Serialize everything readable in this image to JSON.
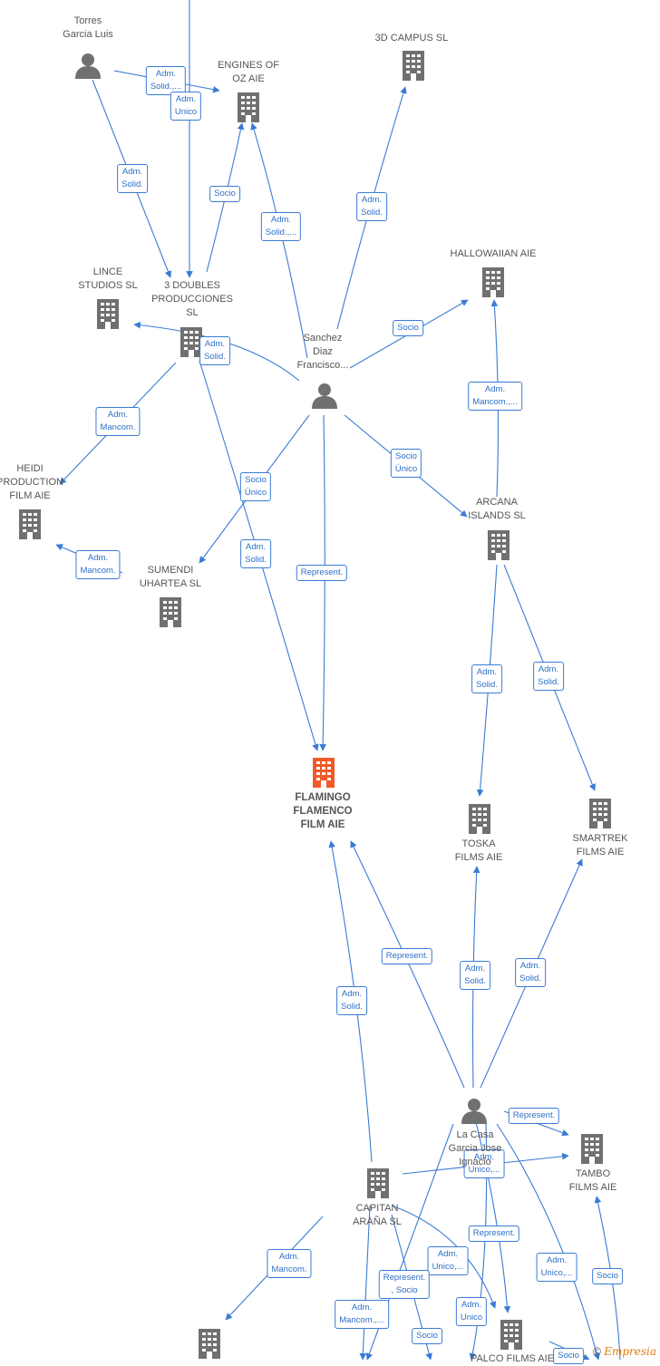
{
  "colors": {
    "edge": "#3a7bd5",
    "node": "#707070",
    "focus": "#f05a28",
    "label": "#555555"
  },
  "nodes": [
    {
      "id": "torres",
      "type": "person",
      "label": "Torres\nGarcia Luis"
    },
    {
      "id": "engines",
      "type": "company",
      "label": "ENGINES OF\nOZ  AIE"
    },
    {
      "id": "campus",
      "type": "company",
      "label": "3D CAMPUS  SL"
    },
    {
      "id": "hallo",
      "type": "company",
      "label": "HALLOWAIIAN AIE"
    },
    {
      "id": "lince",
      "type": "company",
      "label": "LINCE\nSTUDIOS SL"
    },
    {
      "id": "doubles",
      "type": "company",
      "label": "3 DOUBLES\nPRODUCCIONES\nSL"
    },
    {
      "id": "sanchez",
      "type": "person",
      "label": "Sanchez\nDiaz\nFrancisco..."
    },
    {
      "id": "heidi",
      "type": "company",
      "label": "HEIDI\nPRODUCTION\nFILM  AIE"
    },
    {
      "id": "sumendi",
      "type": "company",
      "label": "SUMENDI\nUHARTEA  SL"
    },
    {
      "id": "arcana",
      "type": "company",
      "label": "ARCANA\nISLANDS  SL"
    },
    {
      "id": "flamingo",
      "type": "focus",
      "label": "FLAMINGO\nFLAMENCO\nFILM  AIE"
    },
    {
      "id": "toska",
      "type": "company",
      "label": "TOSKA\nFILMS AIE"
    },
    {
      "id": "smartrek",
      "type": "company",
      "label": "SMARTREK\nFILMS AIE"
    },
    {
      "id": "lacasa",
      "type": "person",
      "label": "La Casa\nGarcia Jose\nIgnacio"
    },
    {
      "id": "tambo",
      "type": "company",
      "label": "TAMBO\nFILMS AIE"
    },
    {
      "id": "capitan",
      "type": "company",
      "label": "CAPITAN\nARAÑA  SL"
    },
    {
      "id": "bottomleft",
      "type": "company",
      "label": ""
    },
    {
      "id": "palco",
      "type": "company",
      "label": "PALCO FILMS AIE"
    }
  ],
  "edges": [
    {
      "label": "Adm.\nSolid.,..."
    },
    {
      "label": "Adm.\nUnico"
    },
    {
      "label": "Adm.\nSolid."
    },
    {
      "label": "Socio"
    },
    {
      "label": "Adm.\nSolid.,..."
    },
    {
      "label": "Adm.\nSolid."
    },
    {
      "label": "Socio"
    },
    {
      "label": "Adm.\nSolid."
    },
    {
      "label": "Adm.\nMancom."
    },
    {
      "label": "Adm.\nMancom."
    },
    {
      "label": "Socio\nÚnico"
    },
    {
      "label": "Adm.\nSolid."
    },
    {
      "label": "Represent."
    },
    {
      "label": "Socio\nÚnico"
    },
    {
      "label": "Adm.\nMancom.,..."
    },
    {
      "label": "Adm.\nSolid."
    },
    {
      "label": "Adm.\nSolid."
    },
    {
      "label": "Represent."
    },
    {
      "label": "Adm.\nSolid."
    },
    {
      "label": "Adm.\nSolid."
    },
    {
      "label": "Adm.\nSolid."
    },
    {
      "label": "Represent."
    },
    {
      "label": "Adm.\nUnico,..."
    },
    {
      "label": "Adm.\nMancom."
    },
    {
      "label": "Represent."
    },
    {
      "label": "Adm.\nUnico,..."
    },
    {
      "label": "Represent.\n, Socio"
    },
    {
      "label": "Adm.\nMancom.,..."
    },
    {
      "label": "Adm.\nUnico"
    },
    {
      "label": "Socio"
    },
    {
      "label": "Adm.\nUnico,..."
    },
    {
      "label": "Socio"
    },
    {
      "label": "Socio"
    }
  ],
  "watermark": {
    "symbol": "©",
    "brand": "Empresia"
  }
}
